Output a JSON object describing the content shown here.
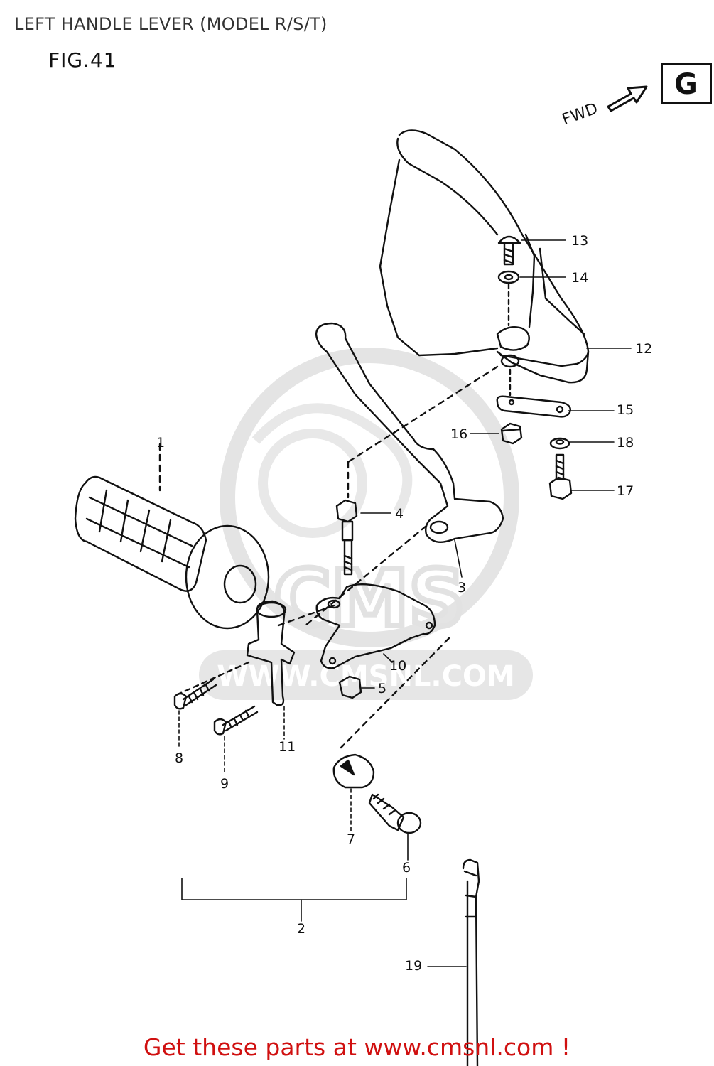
{
  "header": {
    "title": "LEFT HANDLE LEVER (MODEL R/S/T)",
    "figure": "FIG.41",
    "section_badge": "G",
    "direction_label": "FWD"
  },
  "watermark": {
    "url_text": "WWW.CMSNL.COM",
    "logo_text": "CMS"
  },
  "callouts": [
    {
      "id": "c1",
      "text": "1"
    },
    {
      "id": "c2",
      "text": "2"
    },
    {
      "id": "c3",
      "text": "3"
    },
    {
      "id": "c4",
      "text": "4"
    },
    {
      "id": "c5",
      "text": "5"
    },
    {
      "id": "c6",
      "text": "6"
    },
    {
      "id": "c7",
      "text": "7"
    },
    {
      "id": "c8",
      "text": "8"
    },
    {
      "id": "c9",
      "text": "9"
    },
    {
      "id": "c10",
      "text": "10"
    },
    {
      "id": "c11",
      "text": "11"
    },
    {
      "id": "c12",
      "text": "12"
    },
    {
      "id": "c13",
      "text": "13"
    },
    {
      "id": "c14",
      "text": "14"
    },
    {
      "id": "c15",
      "text": "15"
    },
    {
      "id": "c16",
      "text": "16"
    },
    {
      "id": "c17",
      "text": "17"
    },
    {
      "id": "c18",
      "text": "18"
    },
    {
      "id": "c19",
      "text": "19"
    }
  ],
  "footer": {
    "cta": "Get these parts at www.cmsnl.com !"
  },
  "colors": {
    "line": "#111111",
    "watermark": "#e2e2e2",
    "cta": "#d01010"
  }
}
